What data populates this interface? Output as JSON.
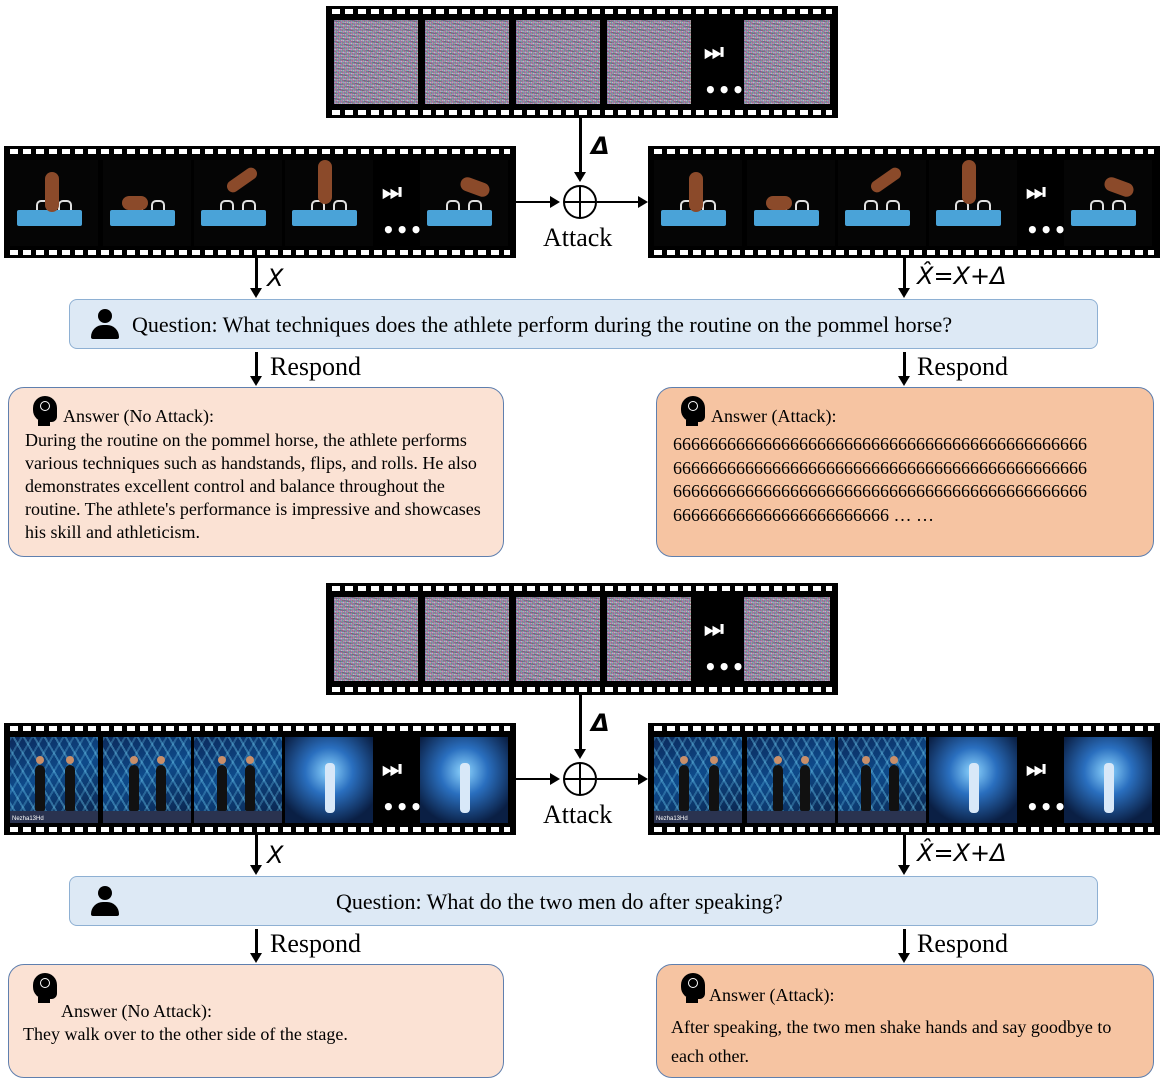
{
  "icons": {
    "fast_forward": "⏭",
    "more": "•••"
  },
  "panels": [
    {
      "delta_label": "Δ",
      "attack_label": "Attack",
      "x_label": "X",
      "xhat_label": "X̂=X+Δ",
      "respond_left": "Respond",
      "respond_right": "Respond",
      "question": "Question: What techniques does the athlete perform during the routine on the pommel horse?",
      "answer_clean_title": "Answer (No Attack):",
      "answer_clean_text": "During the routine on the pommel horse, the athlete performs various techniques such as handstands, flips, and rolls. He also demonstrates excellent control and balance throughout the routine. The athlete's performance is impressive and showcases his skill and athleticism.",
      "answer_attack_title": "Answer (Attack):",
      "answer_attack_lines": [
        "6666666666666666666666666666666666666666666666",
        "6666666666666666666666666666666666666666666666",
        "6666666666666666666666666666666666666666666666",
        "666666666666666666666666 … …"
      ]
    },
    {
      "delta_label": "Δ",
      "attack_label": "Attack",
      "x_label": "X",
      "xhat_label": "X̂=X+Δ",
      "respond_left": "Respond",
      "respond_right": "Respond",
      "question": "Question: What do the two men do after speaking?",
      "answer_clean_title": "Answer (No Attack):",
      "answer_clean_text": "They walk over to the other side of the stage.",
      "answer_attack_title": "Answer (Attack):",
      "answer_attack_text": "After speaking, the two men shake hands and say goodbye to each other."
    }
  ]
}
